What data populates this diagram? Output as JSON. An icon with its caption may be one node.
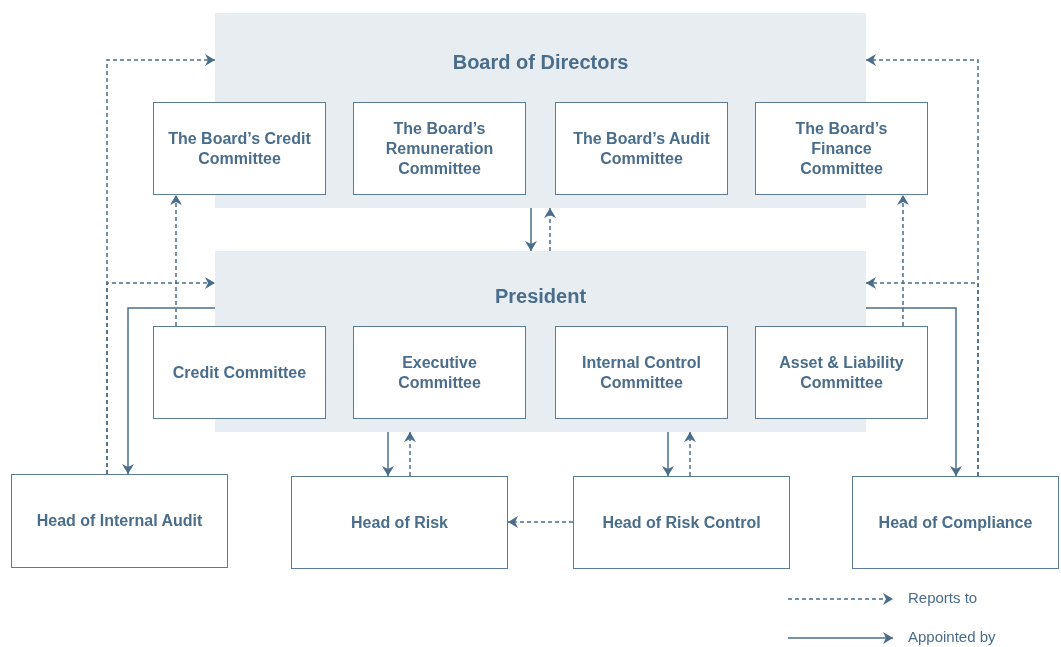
{
  "diagram": {
    "nodes": [
      {
        "text": [
          "Board of Directors"
        ]
      },
      {
        "text": [
          "The Board’s Credit Committee"
        ]
      },
      {
        "text": [
          "The Board’s Remuneration Committee"
        ],
        "in": 0
      },
      {
        "text": [
          "The Board’s Audit Committee"
        ],
        "in": 0
      },
      {
        "text": [
          "The Board’s Finance Committee"
        ]
      },
      {
        "text": [
          "President"
        ]
      },
      {
        "text": [
          "Credit Committee"
        ]
      },
      {
        "text": [
          "Executive Committee"
        ],
        "in": 5
      },
      {
        "text": [
          "Internal Control Committee"
        ],
        "in": 5
      },
      {
        "text": [
          "Asset & Liability Committee"
        ]
      },
      {
        "text": [
          "Head of Internal Audit"
        ]
      },
      {
        "text": [
          "Head of Risk"
        ]
      },
      {
        "text": [
          "Head of Risk Control"
        ]
      },
      {
        "text": [
          "Head of Compliance"
        ]
      }
    ],
    "edges": [
      {
        "from": 0,
        "to": 5,
        "arrow": "to"
      },
      {
        "from": 5,
        "to": 0,
        "arrow": "to",
        "style": "dashed"
      },
      {
        "from": 10,
        "to": 0,
        "arrow": "to",
        "style": "dashed"
      },
      {
        "from": 10,
        "to": 5,
        "arrow": "to",
        "style": "dashed"
      },
      {
        "from": 6,
        "to": 1,
        "arrow": "to",
        "style": "dashed"
      },
      {
        "from": 5,
        "to": 10,
        "arrow": "to"
      },
      {
        "from": 5,
        "to": 11,
        "arrow": "to"
      },
      {
        "from": 11,
        "to": 5,
        "arrow": "to",
        "style": "dashed"
      },
      {
        "from": 5,
        "to": 12,
        "arrow": "to"
      },
      {
        "from": 12,
        "to": 5,
        "arrow": "to",
        "style": "dashed"
      },
      {
        "from": 12,
        "to": 11,
        "arrow": "to",
        "style": "dashed"
      },
      {
        "from": 9,
        "to": 4,
        "arrow": "to",
        "style": "dashed"
      },
      {
        "from": 13,
        "to": 0,
        "arrow": "to",
        "style": "dashed"
      },
      {
        "from": 13,
        "to": 5,
        "arrow": "to",
        "style": "dashed"
      },
      {
        "from": 5,
        "to": 13,
        "arrow": "to"
      }
    ],
    "legend": [
      {
        "text": "Reports to"
      },
      {
        "text": "Appointed by"
      }
    ]
  }
}
